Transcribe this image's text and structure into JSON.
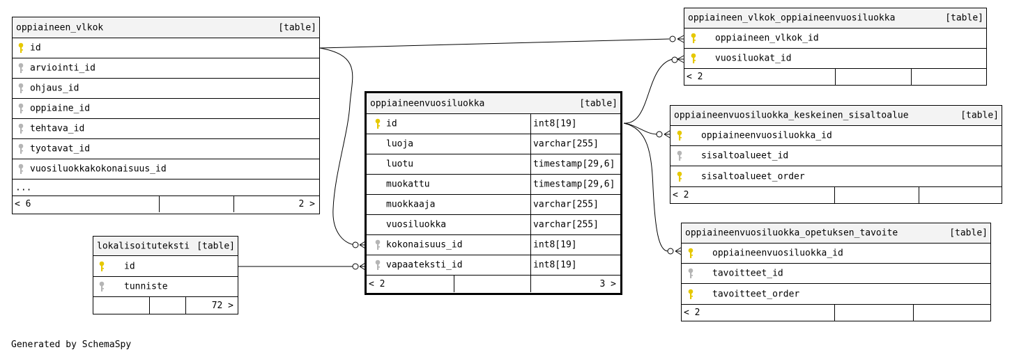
{
  "footer_text": "Generated by SchemaSpy",
  "colors": {
    "primary_key": "#e6c800",
    "foreign_key": "#b5b5b5",
    "header_bg": "#f3f3f3",
    "line": "#000000"
  },
  "tables": {
    "oppiaineen_vlkok": {
      "name": "oppiaineen_vlkok",
      "tag": "[table]",
      "columns": [
        {
          "name": "id",
          "icon": "primary-key-icon"
        },
        {
          "name": "arviointi_id",
          "icon": "foreign-key-icon"
        },
        {
          "name": "ohjaus_id",
          "icon": "foreign-key-icon"
        },
        {
          "name": "oppiaine_id",
          "icon": "foreign-key-icon"
        },
        {
          "name": "tehtava_id",
          "icon": "foreign-key-icon"
        },
        {
          "name": "tyotavat_id",
          "icon": "foreign-key-icon"
        },
        {
          "name": "vuosiluokkakokonaisuus_id",
          "icon": "foreign-key-icon"
        }
      ],
      "ellipsis": "...",
      "footer": {
        "left": "< 6",
        "right": "2 >"
      }
    },
    "lokalisoituteksti": {
      "name": "lokalisoituteksti",
      "tag": "[table]",
      "columns": [
        {
          "name": "id",
          "icon": "primary-key-icon"
        },
        {
          "name": "tunniste",
          "icon": "foreign-key-icon"
        }
      ],
      "footer": {
        "left": "",
        "right": "72 >"
      }
    },
    "oppiaineenvuosiluokka": {
      "name": "oppiaineenvuosiluokka",
      "tag": "[table]",
      "columns": [
        {
          "name": "id",
          "type": "int8[19]",
          "icon": "primary-key-icon"
        },
        {
          "name": "luoja",
          "type": "varchar[255]"
        },
        {
          "name": "luotu",
          "type": "timestamp[29,6]"
        },
        {
          "name": "muokattu",
          "type": "timestamp[29,6]"
        },
        {
          "name": "muokkaaja",
          "type": "varchar[255]"
        },
        {
          "name": "vuosiluokka",
          "type": "varchar[255]"
        },
        {
          "name": "kokonaisuus_id",
          "type": "int8[19]",
          "icon": "foreign-key-icon"
        },
        {
          "name": "vapaateksti_id",
          "type": "int8[19]",
          "icon": "foreign-key-icon"
        }
      ],
      "footer": {
        "left": "< 2",
        "right": "3 >"
      }
    },
    "oppiaineen_vlkok_oppiaineenvuosiluokka": {
      "name": "oppiaineen_vlkok_oppiaineenvuosiluokka",
      "tag": "[table]",
      "columns": [
        {
          "name": "oppiaineen_vlkok_id",
          "icon": "primary-key-icon"
        },
        {
          "name": "vuosiluokat_id",
          "icon": "primary-key-icon"
        }
      ],
      "footer": {
        "left": "< 2",
        "right": ""
      }
    },
    "oppiaineenvuosiluokka_keskeinen_sisaltoalue": {
      "name": "oppiaineenvuosiluokka_keskeinen_sisaltoalue",
      "tag": "[table]",
      "columns": [
        {
          "name": "oppiaineenvuosiluokka_id",
          "icon": "primary-key-icon"
        },
        {
          "name": "sisaltoalueet_id",
          "icon": "foreign-key-icon"
        },
        {
          "name": "sisaltoalueet_order",
          "icon": "primary-key-icon"
        }
      ],
      "footer": {
        "left": "< 2",
        "right": ""
      }
    },
    "oppiaineenvuosiluokka_opetuksen_tavoite": {
      "name": "oppiaineenvuosiluokka_opetuksen_tavoite",
      "tag": "[table]",
      "columns": [
        {
          "name": "oppiaineenvuosiluokka_id",
          "icon": "primary-key-icon"
        },
        {
          "name": "tavoitteet_id",
          "icon": "foreign-key-icon"
        },
        {
          "name": "tavoitteet_order",
          "icon": "primary-key-icon"
        }
      ],
      "footer": {
        "left": "< 2",
        "right": ""
      }
    }
  }
}
